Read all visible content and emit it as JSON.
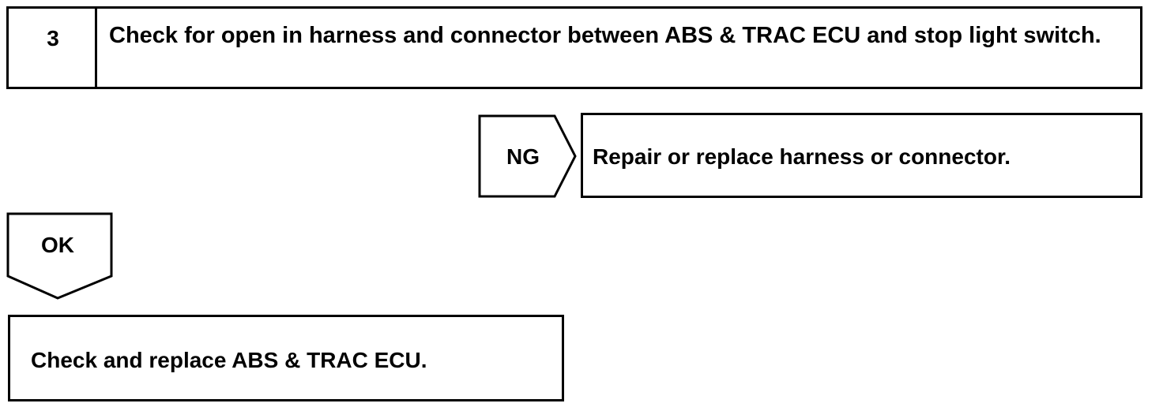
{
  "step": {
    "number": "3",
    "title": "Check for open in harness and connector between ABS & TRAC ECU and stop light switch."
  },
  "ng_branch": {
    "label": "NG",
    "result": "Repair or replace harness or connector."
  },
  "ok_branch": {
    "label": "OK"
  },
  "final_action": {
    "text": "Check and replace ABS & TRAC ECU."
  }
}
